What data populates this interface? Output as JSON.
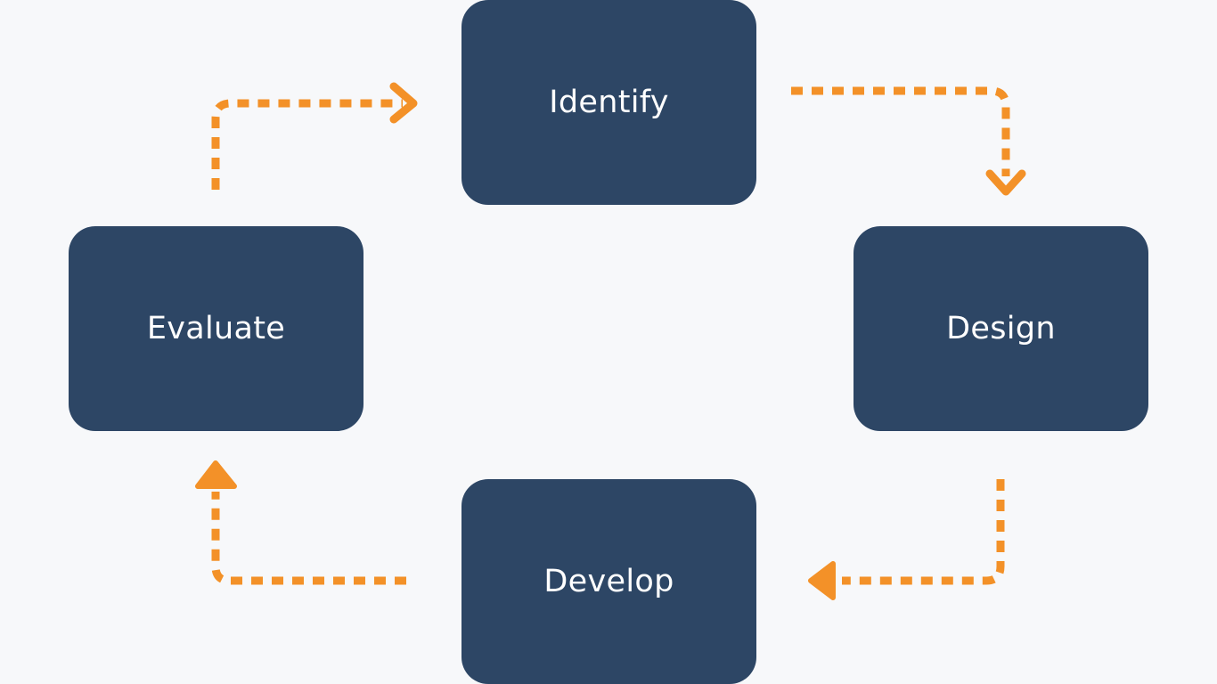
{
  "diagram": {
    "type": "cycle",
    "nodes": [
      {
        "id": "identify",
        "label": "Identify"
      },
      {
        "id": "design",
        "label": "Design"
      },
      {
        "id": "develop",
        "label": "Develop"
      },
      {
        "id": "evaluate",
        "label": "Evaluate"
      }
    ],
    "edges": [
      {
        "from": "identify",
        "to": "design"
      },
      {
        "from": "design",
        "to": "develop"
      },
      {
        "from": "develop",
        "to": "evaluate"
      },
      {
        "from": "evaluate",
        "to": "identify"
      }
    ],
    "colors": {
      "background": "#f7f8fa",
      "node_fill": "#2d4665",
      "node_text": "#ffffff",
      "arrow": "#f39128"
    }
  }
}
